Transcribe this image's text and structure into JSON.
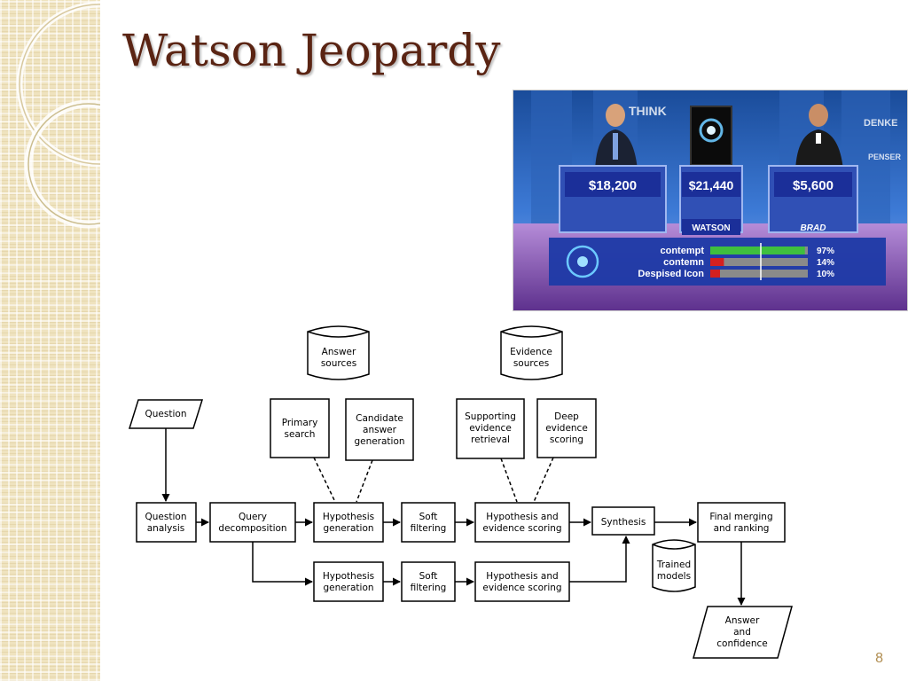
{
  "slide": {
    "title": "Watson Jeopardy",
    "page_number": "8"
  },
  "photo": {
    "description_tag": "jeopardy-stage-photo",
    "scores": [
      "$18,200",
      "$21,440",
      "$5,600"
    ],
    "podium_names": [
      "WATSON",
      "BRAD"
    ],
    "backdrop_words": [
      "THINK",
      "DENKE",
      "PENSER"
    ],
    "answers": [
      {
        "text": "contempt",
        "confidence": "97%",
        "level": 0.97,
        "color": "#3fbf3f"
      },
      {
        "text": "contemn",
        "confidence": "14%",
        "level": 0.14,
        "color": "#d42020"
      },
      {
        "text": "Despised Icon",
        "confidence": "10%",
        "level": 0.1,
        "color": "#d42020"
      }
    ]
  },
  "diagram": {
    "answer_sources": [
      "Answer",
      "sources"
    ],
    "evidence_sources": [
      "Evidence",
      "sources"
    ],
    "question": "Question",
    "primary_search": [
      "Primary",
      "search"
    ],
    "candidate_answer_generation": [
      "Candidate",
      "answer",
      "generation"
    ],
    "supporting_evidence_retrieval": [
      "Supporting",
      "evidence",
      "retrieval"
    ],
    "deep_evidence_scoring": [
      "Deep",
      "evidence",
      "scoring"
    ],
    "question_analysis": [
      "Question",
      "analysis"
    ],
    "query_decomposition": [
      "Query",
      "decomposition"
    ],
    "hypothesis_generation": [
      "Hypothesis",
      "generation"
    ],
    "soft_filtering": [
      "Soft",
      "filtering"
    ],
    "hypothesis_evidence_scoring": [
      "Hypothesis and",
      "evidence scoring"
    ],
    "synthesis": "Synthesis",
    "final_merging": [
      "Final merging",
      "and ranking"
    ],
    "trained_models": [
      "Trained",
      "models"
    ],
    "answer_confidence": [
      "Answer",
      "and",
      "confidence"
    ]
  }
}
